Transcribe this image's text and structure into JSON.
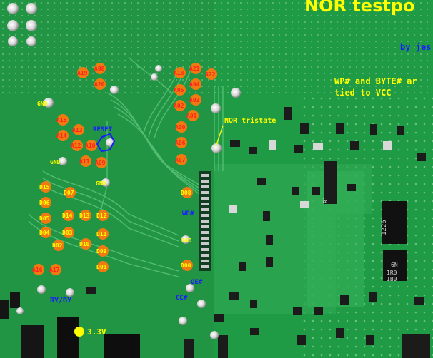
{
  "header": {
    "title": "NOR testpo",
    "author": "by jes",
    "note_line1": "WP# and BYTE# ar",
    "note_line2": "tied to VCC"
  },
  "annotations": {
    "nor_tristate": "NOR tristate",
    "reset": "RESET",
    "rybv": "RY/BY",
    "power": "3.3V",
    "chip_r1": "R1",
    "chip_r2": "1226",
    "chip_r3": "6N",
    "chip_r4": "1R0",
    "chip_r5": "1B0"
  },
  "pads": {
    "A08": "A08",
    "A19": "A19",
    "A20": "A20",
    "A18": "A18",
    "A21": "A21",
    "A05": "A05",
    "A22": "A22",
    "A04": "A04",
    "A03": "A03",
    "A02": "A02",
    "A01": "A01",
    "A00": "A00",
    "A07": "A07",
    "A15": "A15",
    "A14": "A14",
    "A13": "A13",
    "A12": "A12",
    "A11": "A11",
    "A09": "A09",
    "A16": "A16",
    "A17": "A17",
    "A06": "A06",
    "A10": "A10",
    "GND1": "GND",
    "GND2": "GND",
    "GND3": "GND",
    "GND4": "GND",
    "D15": "D15",
    "D07": "D07",
    "D06": "D06",
    "D05": "D05",
    "D14": "D14",
    "D13": "D13",
    "D12": "D12",
    "D04": "D04",
    "D03": "D03",
    "D11": "D11",
    "D10": "D10",
    "D02": "D02",
    "D01": "D01",
    "D09": "D09",
    "D08": "D08",
    "D00": "D00",
    "WE": "WE#",
    "OE": "OE#",
    "CE": "CE#"
  },
  "colors": {
    "board": "#1f9a45",
    "text_yellow": "#ffff00",
    "text_blue": "#1a1aff",
    "pad_orange": "#f07a10",
    "pad_red": "#e02020"
  }
}
